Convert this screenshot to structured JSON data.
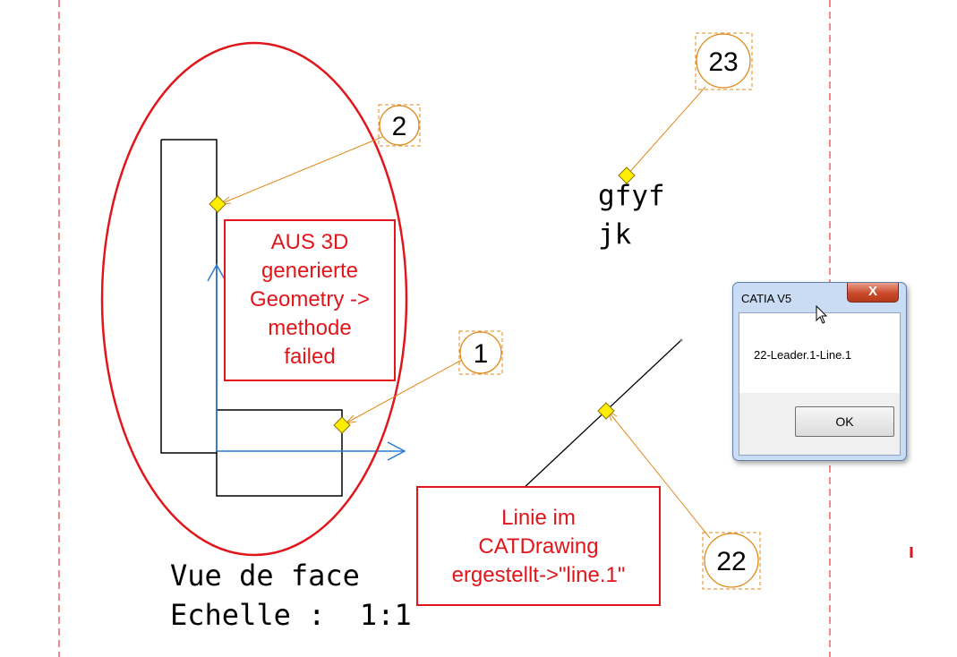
{
  "colors": {
    "frame": "#e0161b",
    "leader": "#e08a1a",
    "axis": "#2a7bd6",
    "marker": "#ffee00",
    "geometry": "#000000",
    "dialog_frame": "#c9dcf3"
  },
  "balloons": {
    "b2": "2",
    "b1": "1",
    "b23": "23",
    "b22": "22"
  },
  "notes": {
    "generated": [
      "AUS 3D",
      "generierte",
      "Geometry ->",
      "methode",
      "failed"
    ],
    "created": [
      "Linie im",
      "CATDrawing",
      "ergestellt->\"line.1\""
    ]
  },
  "view": {
    "name": "Vue de face",
    "scale": "Echelle :  1:1"
  },
  "text_element": {
    "line1": "gfyf",
    "line2": "jk"
  },
  "dialog": {
    "title": "CATIA V5",
    "close_glyph": "X",
    "message": "22-Leader.1-Line.1",
    "ok_label": "OK"
  }
}
